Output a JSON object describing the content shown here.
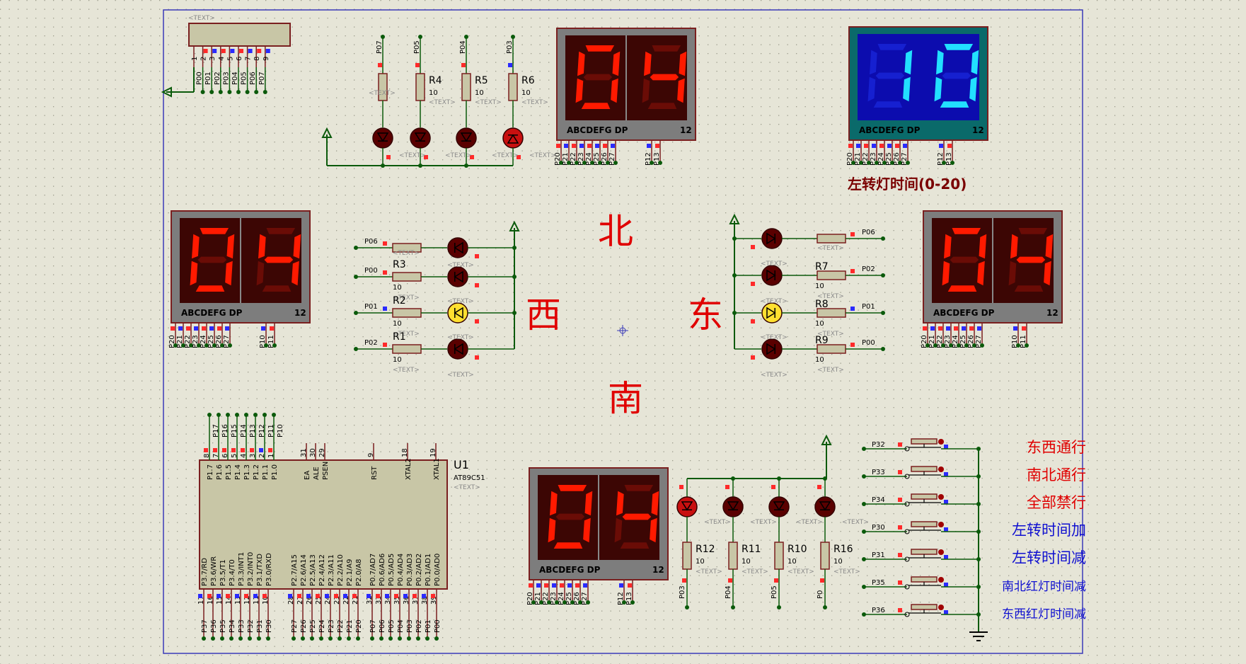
{
  "colors": {
    "canvas": "#e6e5d7",
    "dot": "#9c9c8c",
    "border": "#3a3ab8",
    "wire": "#0b5a0b",
    "part": "#7a1f1f",
    "seg_on": "#ff1a00",
    "seg_off": "#6a0c06",
    "seg_bg": "#3c0604",
    "disp_frame": "#7d7d7d",
    "lcd_bg": "#0c0cae",
    "lcd_frame": "#0a6a6a",
    "lcd_on": "#22e0ff",
    "lcd_off": "#1620d0",
    "led_red": "#c81010",
    "led_dark": "#5a0000",
    "led_yellow": "#ffe030",
    "pin_red": "#ff2a2a",
    "pin_blue": "#2a2aff",
    "label_red": "#e00000",
    "label_blue": "#1010d0",
    "label_maroon": "#7a0000"
  },
  "directions": {
    "north": "北",
    "south": "南",
    "west": "西",
    "east": "东"
  },
  "text_placeholder": "<TEXT>",
  "left_turn_label": "左转灯时间(0-20)",
  "displays": [
    {
      "id": "north",
      "digits": "04",
      "label": "ABCDEFG  DP",
      "pinnum": "12",
      "type": "led"
    },
    {
      "id": "lcd",
      "digits": "10",
      "label": "ABCDEFG  DP",
      "pinnum": "12",
      "type": "lcd"
    },
    {
      "id": "west",
      "digits": "04",
      "label": "ABCDEFG  DP",
      "pinnum": "12",
      "type": "led"
    },
    {
      "id": "east",
      "digits": "04",
      "label": "ABCDEFG  DP",
      "pinnum": "12",
      "type": "led"
    },
    {
      "id": "south",
      "digits": "04",
      "label": "ABCDEFG  DP",
      "pinnum": "12",
      "type": "led"
    }
  ],
  "disp_pins_p2": [
    "P20",
    "P21",
    "P22",
    "P23",
    "P24",
    "P25",
    "P26",
    "P27"
  ],
  "disp_pins_p1": [
    "P12",
    "P13"
  ],
  "disp_pins_p1b": [
    "P10",
    "P11"
  ],
  "header_pins": [
    "1",
    "2",
    "3",
    "4",
    "5",
    "6",
    "7",
    "8",
    "9"
  ],
  "header_labels": [
    "P00",
    "P01",
    "P02",
    "P03",
    "P04",
    "P05",
    "P06",
    "P07"
  ],
  "north_leds": [
    {
      "res": "",
      "port": "P07",
      "val": ""
    },
    {
      "res": "R4",
      "port": "P05",
      "val": "10"
    },
    {
      "res": "R5",
      "port": "P04",
      "val": "10"
    },
    {
      "res": "R6",
      "port": "P03",
      "val": "10"
    }
  ],
  "west_leds": [
    {
      "res": "",
      "port": "P06",
      "val": ""
    },
    {
      "res": "R3",
      "port": "P00",
      "val": "10"
    },
    {
      "res": "R2",
      "port": "P01",
      "val": "10"
    },
    {
      "res": "R1",
      "port": "P02",
      "val": "10"
    }
  ],
  "east_leds": [
    {
      "res": "",
      "port": "P06",
      "val": ""
    },
    {
      "res": "R7",
      "port": "P02",
      "val": "10"
    },
    {
      "res": "R8",
      "port": "P01",
      "val": "10"
    },
    {
      "res": "R9",
      "port": "P00",
      "val": "10"
    }
  ],
  "south_leds": [
    {
      "res": "R12",
      "port": "P03",
      "val": "10"
    },
    {
      "res": "R11",
      "port": "P04",
      "val": "10"
    },
    {
      "res": "R10",
      "port": "P05",
      "val": "10"
    },
    {
      "res": "R16",
      "port": "P0",
      "val": "10"
    }
  ],
  "mcu": {
    "name": "U1",
    "model": "AT89C51",
    "top_pins": [
      {
        "num": "8",
        "name": "P1.7",
        "lbl": "P17"
      },
      {
        "num": "7",
        "name": "P1.6",
        "lbl": "P16"
      },
      {
        "num": "6",
        "name": "P1.5",
        "lbl": "P15"
      },
      {
        "num": "5",
        "name": "P1.4",
        "lbl": "P14"
      },
      {
        "num": "4",
        "name": "P1.3",
        "lbl": "P13"
      },
      {
        "num": "3",
        "name": "P1.2",
        "lbl": "P12"
      },
      {
        "num": "2",
        "name": "P1.1",
        "lbl": "P11"
      },
      {
        "num": "1",
        "name": "P1.0",
        "lbl": "P10"
      }
    ],
    "ctrl_pins": [
      {
        "num": "31",
        "name": "EA"
      },
      {
        "num": "30",
        "name": "ALE"
      },
      {
        "num": "29",
        "name": "PSEN"
      },
      {
        "num": "9",
        "name": "RST"
      },
      {
        "num": "18",
        "name": "XTAL2"
      },
      {
        "num": "19",
        "name": "XTAL1"
      }
    ],
    "bottom_p3": [
      {
        "num": "17",
        "name": "P3.7/RD",
        "lbl": "P37"
      },
      {
        "num": "16",
        "name": "P3.6/WR",
        "lbl": "P36"
      },
      {
        "num": "15",
        "name": "P3.5/T1",
        "lbl": "P35"
      },
      {
        "num": "14",
        "name": "P3.4/T0",
        "lbl": "P34"
      },
      {
        "num": "13",
        "name": "P3.3/INT1",
        "lbl": "P33"
      },
      {
        "num": "12",
        "name": "P3.2/INT0",
        "lbl": "P32"
      },
      {
        "num": "11",
        "name": "P3.1/TXD",
        "lbl": "P31"
      },
      {
        "num": "10",
        "name": "P3.0/RXD",
        "lbl": "P30"
      }
    ],
    "bottom_p2": [
      {
        "num": "28",
        "name": "P2.7/A15",
        "lbl": "P27"
      },
      {
        "num": "27",
        "name": "P2.6/A14",
        "lbl": "P26"
      },
      {
        "num": "26",
        "name": "P2.5/A13",
        "lbl": "P25"
      },
      {
        "num": "25",
        "name": "P2.4/A12",
        "lbl": "P24"
      },
      {
        "num": "24",
        "name": "P2.3/A11",
        "lbl": "P23"
      },
      {
        "num": "23",
        "name": "P2.2/A10",
        "lbl": "P22"
      },
      {
        "num": "22",
        "name": "P2.1/A9",
        "lbl": "P21"
      },
      {
        "num": "21",
        "name": "P2.0/A8",
        "lbl": "P20"
      }
    ],
    "bottom_p0": [
      {
        "num": "32",
        "name": "P0.7/AD7",
        "lbl": "P07"
      },
      {
        "num": "33",
        "name": "P0.6/AD6",
        "lbl": "P06"
      },
      {
        "num": "34",
        "name": "P0.5/AD5",
        "lbl": "P05"
      },
      {
        "num": "35",
        "name": "P0.4/AD4",
        "lbl": "P04"
      },
      {
        "num": "36",
        "name": "P0.3/AD3",
        "lbl": "P03"
      },
      {
        "num": "37",
        "name": "P0.2/AD2",
        "lbl": "P02"
      },
      {
        "num": "38",
        "name": "P0.1/AD1",
        "lbl": "P01"
      },
      {
        "num": "39",
        "name": "P0.0/AD0",
        "lbl": "P00"
      }
    ]
  },
  "buttons": [
    {
      "port": "P32",
      "label": "东西通行",
      "color": "red"
    },
    {
      "port": "P33",
      "label": "南北通行",
      "color": "red"
    },
    {
      "port": "P34",
      "label": "全部禁行",
      "color": "red"
    },
    {
      "port": "P30",
      "label": "左转时间加",
      "color": "blue"
    },
    {
      "port": "P31",
      "label": "左转时间减",
      "color": "blue"
    },
    {
      "port": "P35",
      "label": "南北红灯时间减",
      "color": "blue"
    },
    {
      "port": "P36",
      "label": "东西红灯时间减",
      "color": "blue"
    }
  ]
}
